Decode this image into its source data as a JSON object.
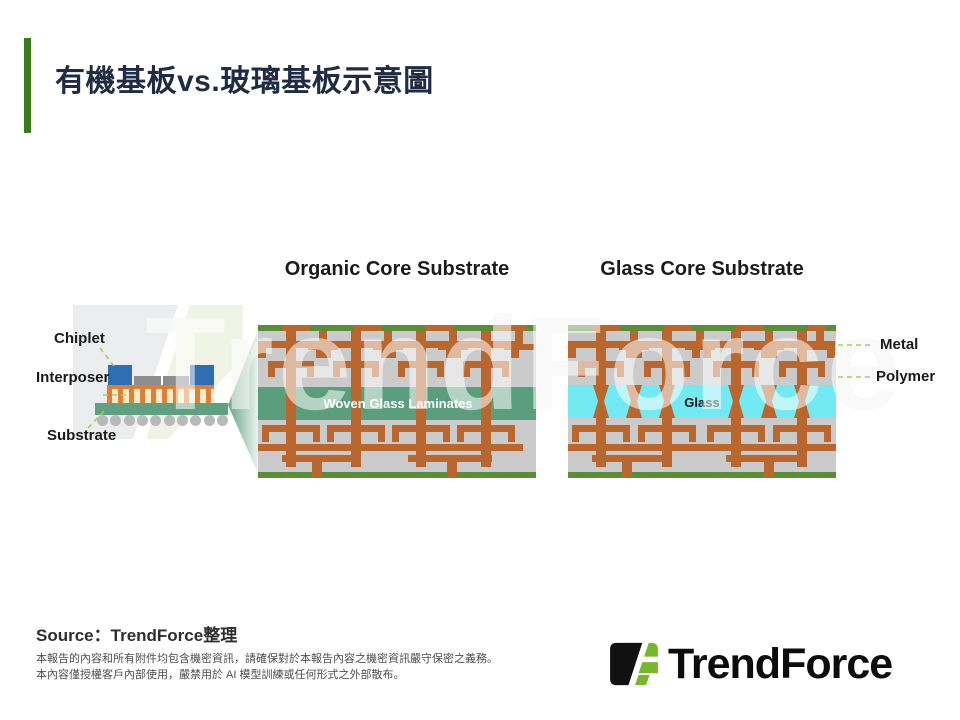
{
  "slide": {
    "title": "有機基板vs.玻璃基板示意圖"
  },
  "watermark": "TrendForce",
  "diagram": {
    "organic": {
      "heading": "Organic Core Substrate",
      "core_label": "Woven Glass Laminates"
    },
    "glass": {
      "heading": "Glass Core Substrate",
      "core_label": "Glass",
      "callouts": {
        "metal": "Metal",
        "polymer": "Polymer"
      }
    },
    "package": {
      "labels": {
        "chiplet": "Chiplet",
        "interposer": "Interposer",
        "substrate": "Substrate"
      }
    }
  },
  "colors": {
    "accent_green": "#3c7a1e",
    "title_navy": "#202c44",
    "copper": "#b9672e",
    "body_gray": "#cbcbcb",
    "organic_core_green": "#5a9e7e",
    "glass_cyan": "#73e9f3",
    "edge_green": "#5b8c3a",
    "logo_green": "#76b82a",
    "leader_green": "#a8cf5f"
  },
  "footer": {
    "source": "Source：TrendForce整理",
    "disclaimer_line1": "本報告的內容和所有附件均包含機密資訊，請確保對於本報告內容之機密資訊嚴守保密之義務。",
    "disclaimer_line2": "本內容僅授權客戶內部使用，嚴禁用於 AI 模型訓練或任何形式之外部散布。",
    "logo_text": "TrendForce"
  }
}
